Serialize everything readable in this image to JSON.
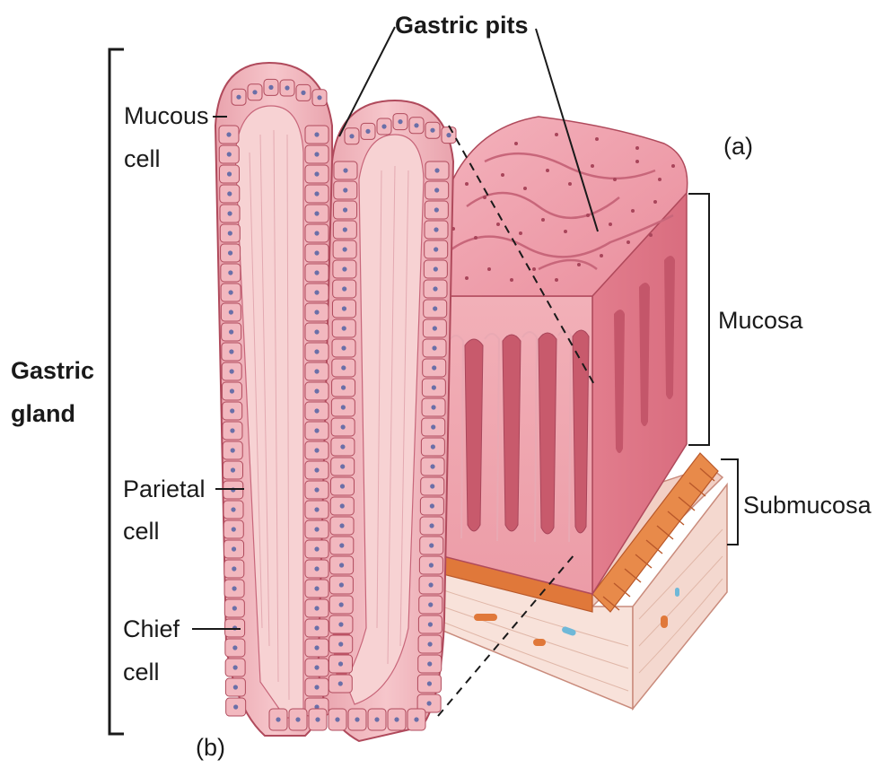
{
  "labels": {
    "gastric_pits": "Gastric pits",
    "gastric_gland_line1": "Gastric",
    "gastric_gland_line2": "gland",
    "mucous_cell_line1": "Mucous",
    "mucous_cell_line2": "cell",
    "parietal_cell_line1": "Parietal",
    "parietal_cell_line2": "cell",
    "chief_cell_line1": "Chief",
    "chief_cell_line2": "cell",
    "panel_a": "(a)",
    "panel_b": "(b)",
    "mucosa": "Mucosa",
    "submucosa": "Submucosa"
  },
  "colors": {
    "epithelium": "#f2b8bf",
    "lumen": "#f7d2d3",
    "cell_outline": "#b04a5c",
    "nucleus": "#6a6fa8",
    "mucosa_surface": "#ef9eab",
    "mucosa_side": "#e88694",
    "muscularis": "#e0783a",
    "submucosa": "#f7dcd2",
    "ink": "#1a1a1a"
  }
}
